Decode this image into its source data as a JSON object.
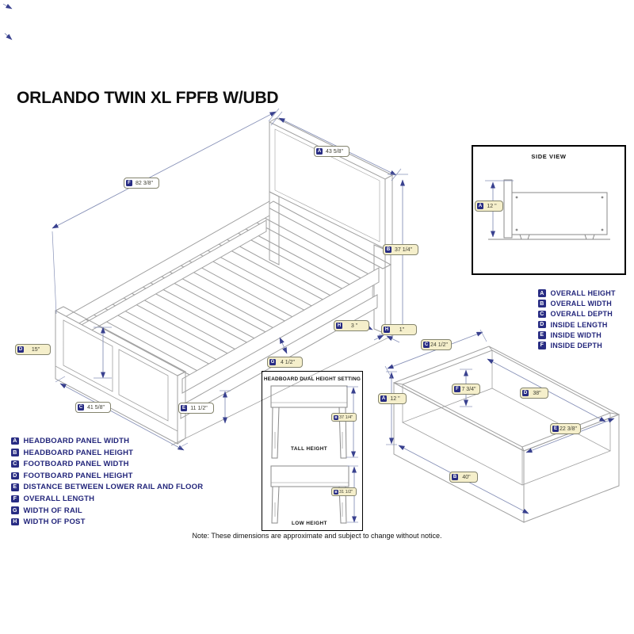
{
  "title": "ORLANDO TWIN XL FPFB W/UBD",
  "note": "Note: These dimensions are approximate and subject to change without notice.",
  "side_view": {
    "title": "SIDE VIEW",
    "dim": {
      "letter": "A",
      "value": "12 \""
    }
  },
  "headboard_setting": {
    "title": "HEADBOARD DUAL HEIGHT SETTING",
    "tall_caption": "TALL HEIGHT",
    "tall_dim": {
      "letter": "B",
      "value": "37 1/4\""
    },
    "low_caption": "LOW HEIGHT",
    "low_dim": {
      "letter": "B",
      "value": "31 1/2\""
    }
  },
  "bed_dims": [
    {
      "letter": "A",
      "value": "43 5/8\""
    },
    {
      "letter": "F",
      "value": "82 3/8\""
    },
    {
      "letter": "B",
      "value": "37 1/4\""
    },
    {
      "letter": "H",
      "value": "3 \""
    },
    {
      "letter": "H",
      "value": "1\""
    },
    {
      "letter": "G",
      "value": "4 1/2\""
    },
    {
      "letter": "E",
      "value": "11 1/2\""
    },
    {
      "letter": "D",
      "value": "15\""
    },
    {
      "letter": "C",
      "value": "41 5/8\""
    }
  ],
  "drawer_dims": [
    {
      "letter": "C",
      "value": "24 1/2\""
    },
    {
      "letter": "F",
      "value": "7 3/4\""
    },
    {
      "letter": "D",
      "value": "38\""
    },
    {
      "letter": "A",
      "value": "12 \""
    },
    {
      "letter": "E",
      "value": "22 3/8\""
    },
    {
      "letter": "B",
      "value": "40\""
    }
  ],
  "bed_legend": [
    {
      "letter": "A",
      "label": "HEADBOARD PANEL WIDTH"
    },
    {
      "letter": "B",
      "label": "HEADBOARD PANEL HEIGHT"
    },
    {
      "letter": "C",
      "label": "FOOTBOARD PANEL WIDTH"
    },
    {
      "letter": "D",
      "label": "FOOTBOARD PANEL HEIGHT"
    },
    {
      "letter": "E",
      "label": "DISTANCE BETWEEN LOWER RAIL AND FLOOR"
    },
    {
      "letter": "F",
      "label": "OVERALL LENGTH"
    },
    {
      "letter": "G",
      "label": "WIDTH OF RAIL"
    },
    {
      "letter": "H",
      "label": "WIDTH OF POST"
    }
  ],
  "drawer_legend": [
    {
      "letter": "A",
      "label": "OVERALL HEIGHT"
    },
    {
      "letter": "B",
      "label": "OVERALL WIDTH"
    },
    {
      "letter": "C",
      "label": "OVERALL DEPTH"
    },
    {
      "letter": "D",
      "label": "INSIDE LENGTH"
    },
    {
      "letter": "E",
      "label": "INSIDE WIDTH"
    },
    {
      "letter": "F",
      "label": "INSIDE DEPTH"
    }
  ],
  "colors": {
    "navy_badge": "#282c83",
    "legend_text": "#23267b",
    "cream_label": "#f5efcb",
    "dim_line": "#8892b8",
    "arrow": "#39418f",
    "drawing_line": "#a0a0a0"
  }
}
